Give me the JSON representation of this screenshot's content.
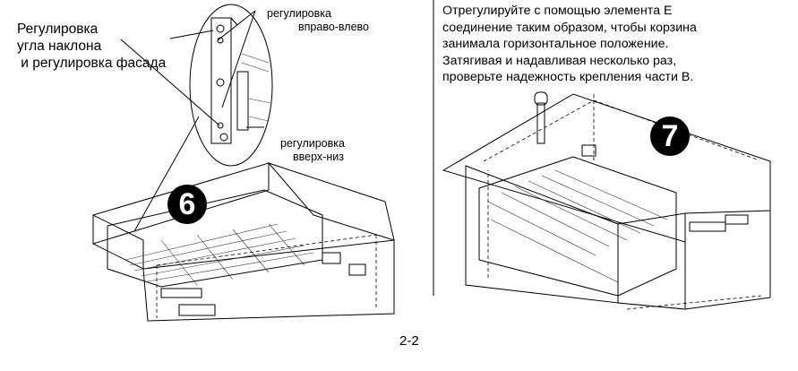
{
  "step6": {
    "badge": "6",
    "label_tilt": [
      "Регулировка",
      "угла наклона",
      " и регулировка фасада"
    ],
    "label_lr": [
      "регулировка",
      "вправо-влево"
    ],
    "label_ud": [
      "регулировка",
      "вверх-низ"
    ]
  },
  "step7": {
    "badge": "7",
    "instructions": [
      "Отрегулируйте с помощью элемента Е",
      "соединение таким образом, чтобы корзина",
      "занимала горизонтальное положение.",
      "Затягивая и надавливая несколько раз,",
      "проверьте надежность крепления части В."
    ]
  },
  "page_number": "2-2"
}
